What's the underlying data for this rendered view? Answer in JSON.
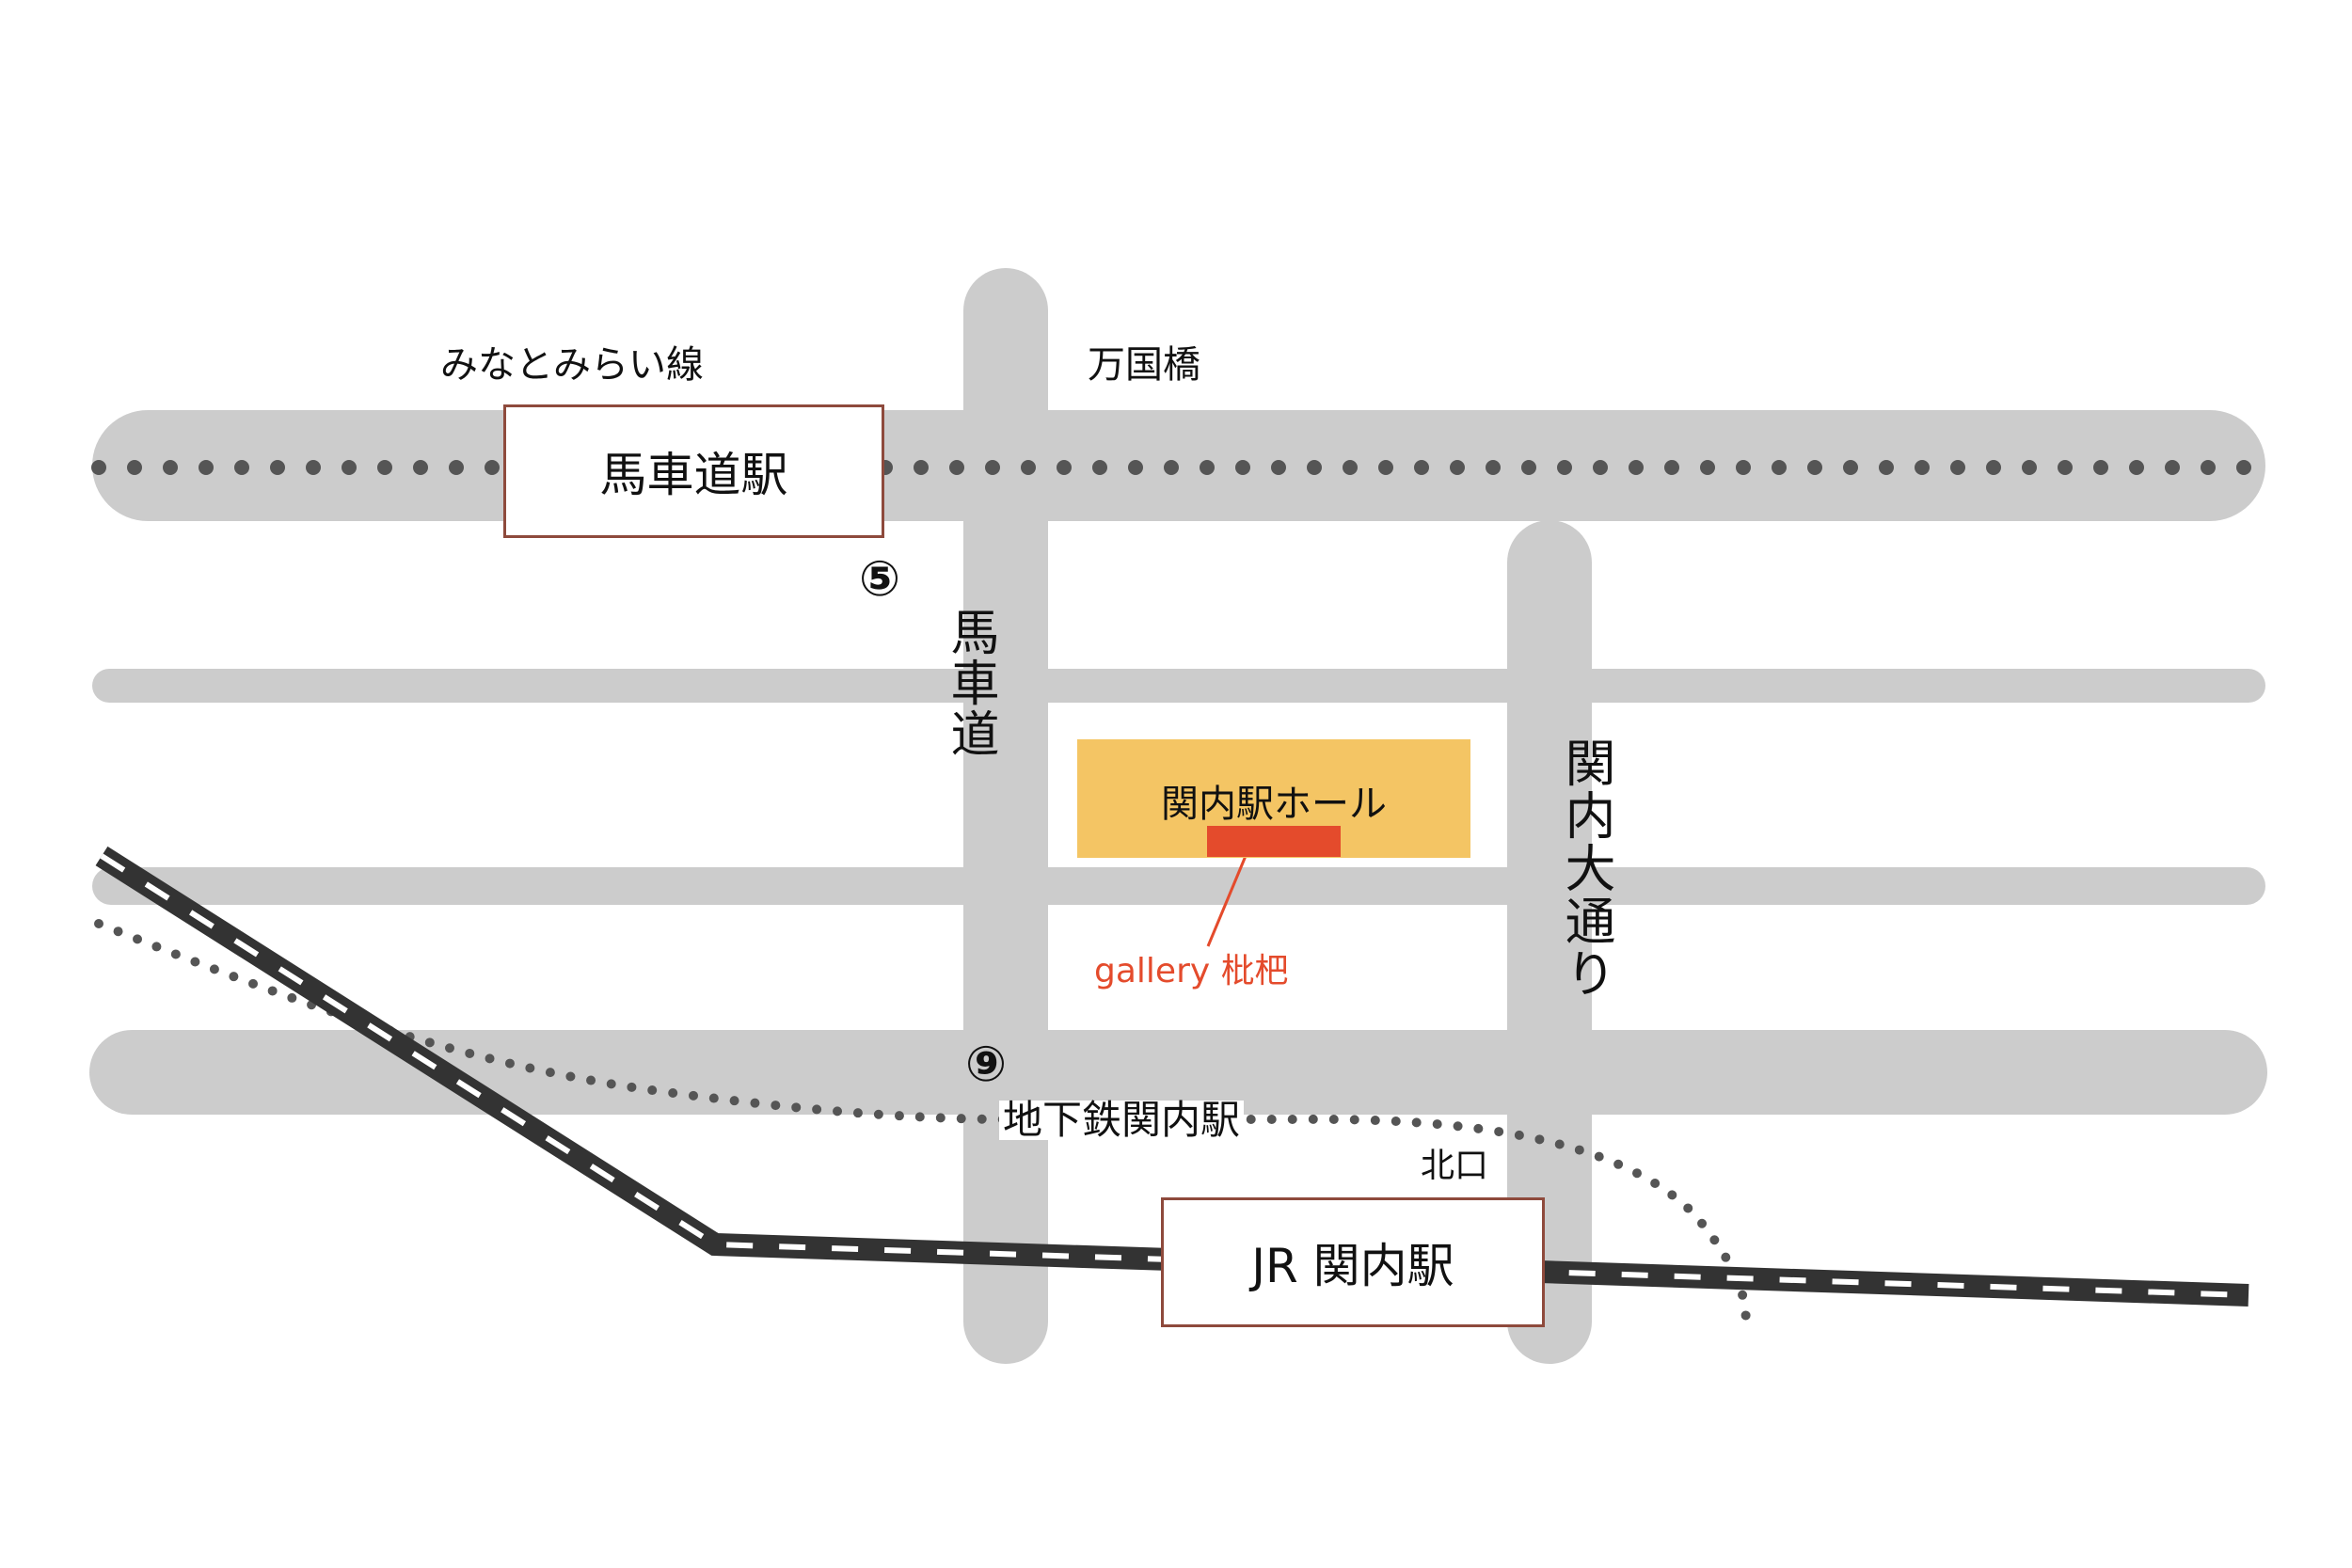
{
  "colors": {
    "road": "#cccccc",
    "rail": "#333333",
    "rail_dash": "#ffffff",
    "subway_dots": "#555555",
    "station_border": "#8e4a3c",
    "hall_fill": "#f4c564",
    "gallery_red": "#e44b2c"
  },
  "lines": {
    "minatomirai": "みなとみらい線",
    "subway_station": "地下鉄関内駅"
  },
  "places": {
    "bankokubashi": "万国橋",
    "north_exit": "北口"
  },
  "roads": {
    "bashamichi": "馬車道",
    "kannai_odori": "関内大通り"
  },
  "stations": {
    "bashamichi": "馬車道駅",
    "jr_kannai": "JR 関内駅"
  },
  "exits": {
    "exit_5": "⑤",
    "exit_9": "⑨"
  },
  "buildings": {
    "kannai_hall": "関内駅ホール",
    "gallery": "gallery 枇杷"
  }
}
